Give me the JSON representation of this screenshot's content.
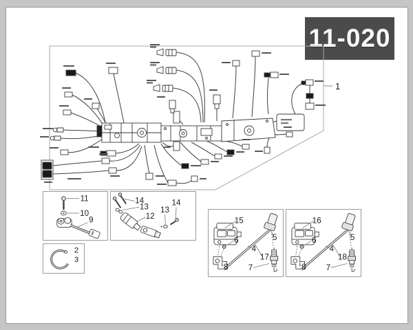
{
  "plate_code": "11-020",
  "main": {
    "callout": "1"
  },
  "insets": {
    "harness_sensor": {
      "callouts": [
        "11",
        "10",
        "9"
      ]
    },
    "bracket_sensor": {
      "callouts": [
        "14",
        "13",
        "12",
        "13",
        "14"
      ]
    },
    "ring_clip": {
      "callouts": [
        "2",
        "3"
      ]
    },
    "coil_front": {
      "callouts": [
        "15",
        "6",
        "4",
        "17",
        "8",
        "7",
        "5"
      ]
    },
    "coil_rear": {
      "callouts": [
        "16",
        "6",
        "4",
        "18",
        "8",
        "7",
        "5"
      ]
    }
  },
  "colors": {
    "plate_bg": "#4b4b4b",
    "plate_text": "#f7f7f7",
    "line_art": "#3a3a3a",
    "box_border": "#9b9b9b",
    "outer_bg": "#c6c6c6",
    "page_bg": "#ffffff"
  }
}
